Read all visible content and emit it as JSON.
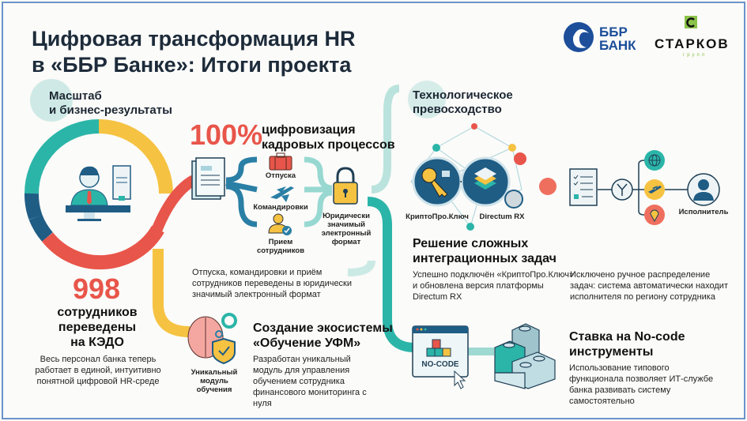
{
  "title": {
    "line1": "Цифровая трансформация HR",
    "line2": "в «ББР Банке»: Итоги проекта"
  },
  "logos": {
    "bank_line1": "ББР",
    "bank_line2": "БАНК",
    "partner": "СТАРКОВ",
    "partner_sub": "групп"
  },
  "colors": {
    "red": "#e8554a",
    "teal": "#2bb5a8",
    "yellow": "#f5c242",
    "navy": "#1f5d85",
    "frame": "#6b93c9"
  },
  "left_section": {
    "heading_line1": "Масштаб",
    "heading_line2": "и бизнес-результаты",
    "stat_value": "998",
    "stat_line1": "сотрудников",
    "stat_line2": "переведены",
    "stat_line3": "на КЭДО",
    "desc_line1": "Весь персонал банка теперь",
    "desc_line2": "работает в единой, интуитивно",
    "desc_line3": "понятной цифровой HR-среде"
  },
  "digitization": {
    "percent": "100%",
    "caption_line1": "цифровизация",
    "caption_line2": "кадровых процессов",
    "items": [
      {
        "label": "Отпуска",
        "icon": "suitcase-icon"
      },
      {
        "label": "Командировки",
        "icon": "plane-icon"
      },
      {
        "label_line1": "Прием",
        "label_line2": "сотрудников",
        "icon": "person-check-icon"
      }
    ],
    "lock_line1": "Юридически",
    "lock_line2": "значимый",
    "lock_line3": "электронный",
    "lock_line4": "формат",
    "desc_line1": "Отпуска, командировки и приём",
    "desc_line2": "сотрудников переведены в юридически",
    "desc_line3": "значимый электронный формат"
  },
  "ecosystem": {
    "module_line1": "Уникальный",
    "module_line2": "модуль",
    "module_line3": "обучения",
    "heading_line1": "Создание экосистемы",
    "heading_line2": "«Обучение УФМ»",
    "desc_line1": "Разработан уникальный",
    "desc_line2": "модуль для управления",
    "desc_line3": "обучением сотрудника",
    "desc_line4": "финансового мониторинга с",
    "desc_line5": "нуля"
  },
  "tech": {
    "heading_line1": "Технологическое",
    "heading_line2": "превосходство",
    "node1": "КриптоПро.Ключ",
    "node2": "Directum RX",
    "executor": "Исполнитель",
    "integration_heading_line1": "Решение сложных",
    "integration_heading_line2": "интеграционных задач",
    "integration_desc_line1": "Успешно подключён «КриптоПро.Ключ»",
    "integration_desc_line2": "и обновлена версия платформы",
    "integration_desc_line3": "Directum RX",
    "routing_desc_line1": "Исключено ручное распределение",
    "routing_desc_line2": "задач: система автоматически находит",
    "routing_desc_line3": "исполнителя по региону сотрудника"
  },
  "nocode": {
    "badge": "NO-CODE",
    "heading_line1": "Ставка на No-code",
    "heading_line2": "инструменты",
    "desc_line1": "Использование типового",
    "desc_line2": "функционала позволяет ИТ-службе",
    "desc_line3": "банка развивать систему",
    "desc_line4": "самостоятельно"
  }
}
